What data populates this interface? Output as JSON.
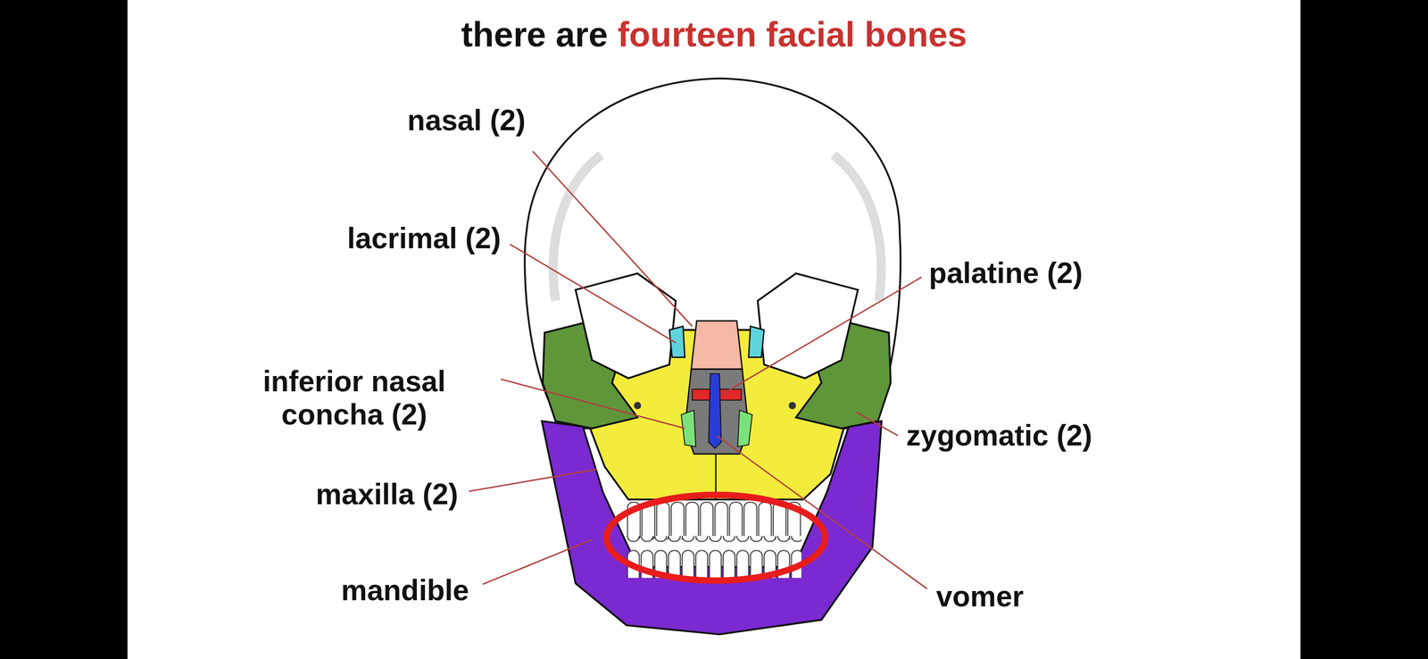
{
  "diagram": {
    "labels": [
      "there are",
      "fourteen facial bones",
      "nasal (2)",
      "lacrimal (2)",
      "palatine (2)",
      "inferior nasal concha (2)",
      "zygomatic (2)",
      "maxilla (2)",
      "mandible",
      "vomer"
    ]
  }
}
